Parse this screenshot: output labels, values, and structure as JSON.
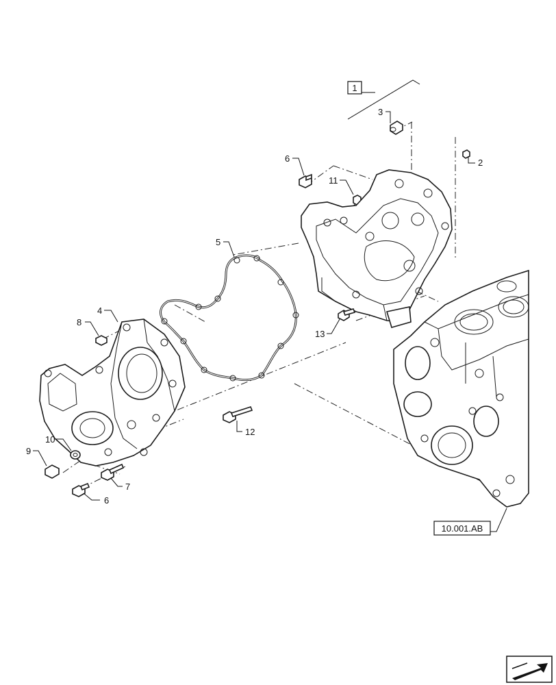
{
  "kit_label": "1",
  "reference_label": "10.001.AB",
  "callouts": [
    {
      "id": "c2",
      "text": "2"
    },
    {
      "id": "c3",
      "text": "3"
    },
    {
      "id": "c4",
      "text": "4"
    },
    {
      "id": "c5",
      "text": "5"
    },
    {
      "id": "c6a",
      "text": "6"
    },
    {
      "id": "c6b",
      "text": "6"
    },
    {
      "id": "c7",
      "text": "7"
    },
    {
      "id": "c8",
      "text": "8"
    },
    {
      "id": "c9",
      "text": "9"
    },
    {
      "id": "c10",
      "text": "10"
    },
    {
      "id": "c11",
      "text": "11"
    },
    {
      "id": "c12",
      "text": "12"
    },
    {
      "id": "c13",
      "text": "13"
    }
  ],
  "icons": {
    "nav": "next-page-arrow-icon"
  }
}
